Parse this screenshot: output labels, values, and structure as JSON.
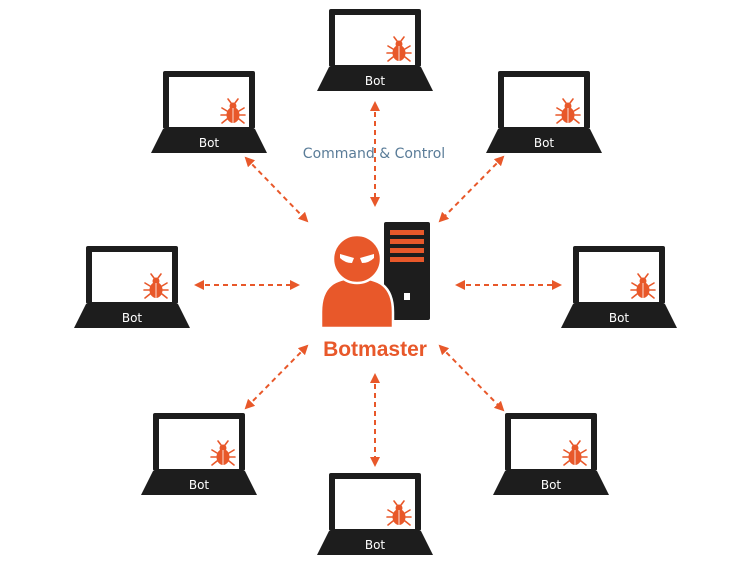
{
  "colors": {
    "accent": "#e8582a",
    "laptop": "#1d1d1d",
    "screen": "#ffffff",
    "command_text": "#5a7c98"
  },
  "icons": {
    "bot_malware": "bug-icon",
    "botmaster": "hacker-icon",
    "server": "server-icon",
    "connection": "double-arrow-icon"
  },
  "labels": {
    "command_control": "Command & Control",
    "botmaster": "Botmaster"
  },
  "bots": [
    {
      "label": "Bot"
    },
    {
      "label": "Bot"
    },
    {
      "label": "Bot"
    },
    {
      "label": "Bot"
    },
    {
      "label": "Bot"
    },
    {
      "label": "Bot"
    },
    {
      "label": "Bot"
    },
    {
      "label": "Bot"
    }
  ]
}
